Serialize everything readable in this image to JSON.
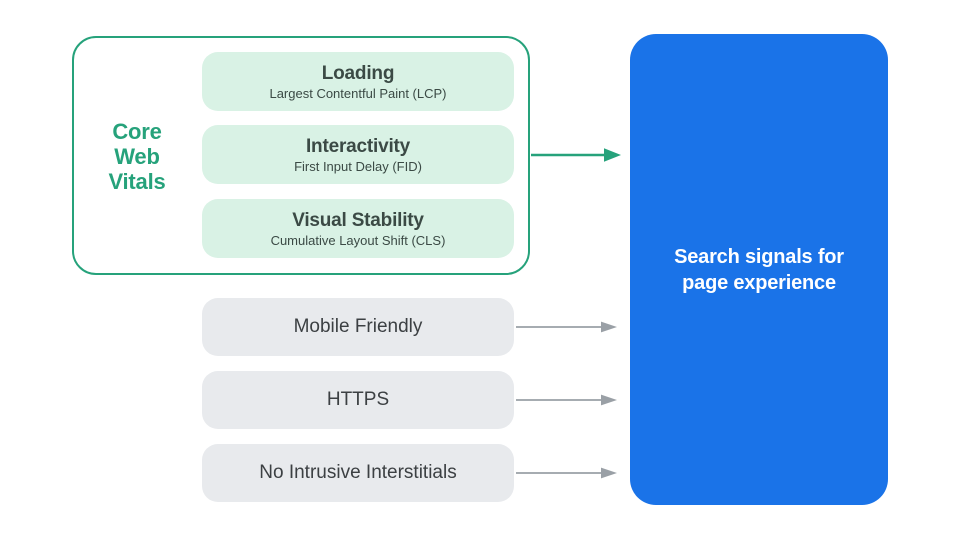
{
  "diagram": {
    "core_web_vitals": {
      "label": "Core Web Vitals",
      "items": [
        {
          "title": "Loading",
          "subtitle": "Largest Contentful Paint (LCP)"
        },
        {
          "title": "Interactivity",
          "subtitle": "First Input Delay (FID)"
        },
        {
          "title": "Visual Stability",
          "subtitle": "Cumulative Layout Shift (CLS)"
        }
      ]
    },
    "other_signals": [
      {
        "label": "Mobile Friendly"
      },
      {
        "label": "HTTPS"
      },
      {
        "label": "No Intrusive Interstitials"
      }
    ],
    "result_panel": {
      "label": "Search signals for page experience"
    }
  },
  "colors": {
    "accent_green": "#26A27B",
    "light_green": "#D9F2E5",
    "card_title": "#3B4A45",
    "gray_fill": "#E8EAED",
    "gray_text": "#3C4043",
    "arrow_gray": "#9AA0A6",
    "blue": "#1A73E8",
    "panel_text": "#FFFFFF"
  }
}
